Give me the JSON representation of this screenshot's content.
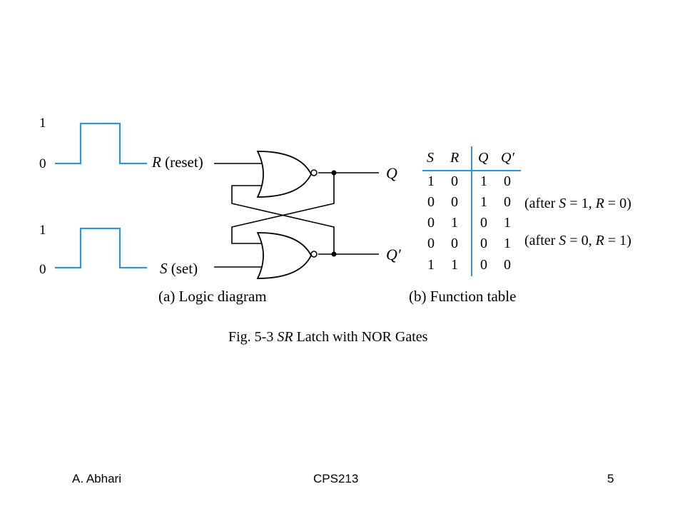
{
  "accent_color": "#2f95d8",
  "waveforms": {
    "r": {
      "high_label": "1",
      "low_label": "0"
    },
    "s": {
      "high_label": "1",
      "low_label": "0"
    }
  },
  "inputs": {
    "r_name": "R",
    "r_desc": "(reset)",
    "s_name": "S",
    "s_desc": "(set)"
  },
  "outputs": {
    "q": "Q",
    "q_prime": "Q′"
  },
  "captions": {
    "logic_diagram": "(a) Logic diagram",
    "function_table": "(b) Function table",
    "fig_number": "Fig. 5-3",
    "fig_italic": "SR",
    "fig_rest": "Latch with NOR Gates"
  },
  "function_table": {
    "headers": [
      "S",
      "R",
      "Q",
      "Q′"
    ],
    "rows": [
      [
        "1",
        "0",
        "1",
        "0"
      ],
      [
        "0",
        "0",
        "1",
        "0"
      ],
      [
        "0",
        "1",
        "0",
        "1"
      ],
      [
        "0",
        "0",
        "0",
        "1"
      ],
      [
        "1",
        "1",
        "0",
        "0"
      ]
    ],
    "notes": [
      {
        "pre": "(after ",
        "v1": "S",
        "m1": " = 1, ",
        "v2": "R",
        "m2": " = 0)"
      },
      {
        "pre": "(after ",
        "v1": "S",
        "m1": " = 0, ",
        "v2": "R",
        "m2": " = 1)"
      }
    ]
  },
  "footer": {
    "author": "A. Abhari",
    "course": "CPS213",
    "page": "5"
  }
}
